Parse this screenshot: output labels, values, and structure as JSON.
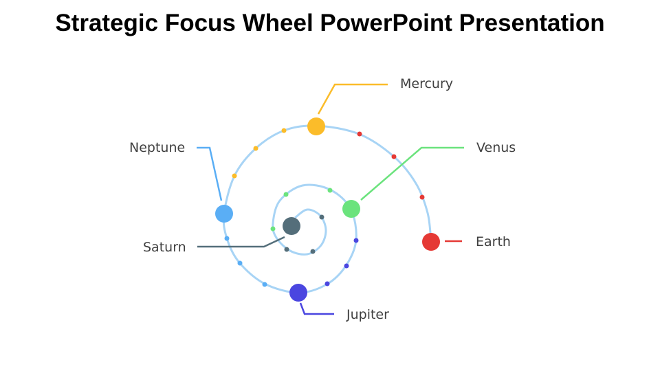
{
  "title": "Strategic Focus Wheel PowerPoint Presentation",
  "spiral_color": "#A8D4F5",
  "planets": {
    "mercury": {
      "label": "Mercury",
      "color": "#FBBC2A"
    },
    "venus": {
      "label": "Venus",
      "color": "#6BE37D"
    },
    "earth": {
      "label": "Earth",
      "color": "#E53935"
    },
    "jupiter": {
      "label": "Jupiter",
      "color": "#4A46E0"
    },
    "saturn": {
      "label": "Saturn",
      "color": "#546E7A"
    },
    "neptune": {
      "label": "Neptune",
      "color": "#5AAEF5"
    }
  }
}
